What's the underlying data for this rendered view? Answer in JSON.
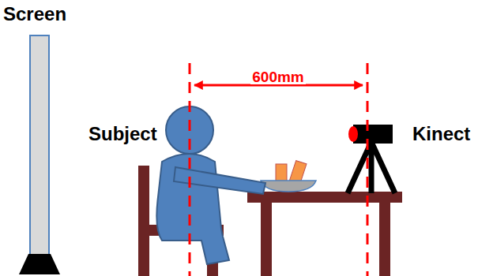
{
  "diagram": {
    "labels": [
      "Screen",
      "Subject",
      "600mm",
      "Kinect"
    ]
  }
}
